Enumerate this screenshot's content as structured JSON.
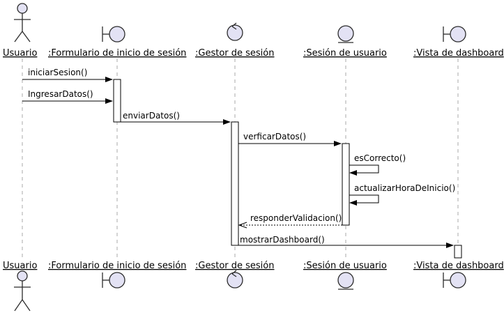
{
  "participants": {
    "usuario": {
      "label": "Usuario",
      "type": "actor"
    },
    "formulario": {
      "label": ":Formulario de inicio de sesión",
      "type": "boundary"
    },
    "gestor": {
      "label": ":Gestor de sesión",
      "type": "control"
    },
    "sesion": {
      "label": ":Sesión de usuario",
      "type": "entity"
    },
    "vista": {
      "label": ":Vista de dashboard",
      "type": "boundary"
    }
  },
  "messages": {
    "m1": {
      "label": "iniciarSesion()",
      "from": "Usuario",
      "to": ":Formulario de inicio de sesión",
      "style": "solid"
    },
    "m2": {
      "label": "IngresarDatos()",
      "from": "Usuario",
      "to": ":Formulario de inicio de sesión",
      "style": "solid"
    },
    "m3": {
      "label": "enviarDatos()",
      "from": ":Formulario de inicio de sesión",
      "to": ":Gestor de sesión",
      "style": "solid"
    },
    "m4": {
      "label": "verficarDatos()",
      "from": ":Gestor de sesión",
      "to": ":Sesión de usuario",
      "style": "solid"
    },
    "m5": {
      "label": "esCorrecto()",
      "from": ":Sesión de usuario",
      "to": ":Sesión de usuario",
      "style": "self"
    },
    "m6": {
      "label": "actualizarHoraDeInicio()",
      "from": ":Sesión de usuario",
      "to": ":Sesión de usuario",
      "style": "self"
    },
    "m7": {
      "label": "responderValidacion()",
      "from": ":Sesión de usuario",
      "to": ":Gestor de sesión",
      "style": "dashed"
    },
    "m8": {
      "label": "mostrarDashboard()",
      "from": ":Gestor de sesión",
      "to": ":Vista de dashboard",
      "style": "solid"
    }
  },
  "colors": {
    "participant_fill": "#e3e2f4",
    "participant_stroke": "#2b2b2b",
    "lifeline": "#a8a8a8",
    "text": "#000000"
  },
  "icons": {
    "usuario": "actor-stick-figure-icon",
    "formulario": "boundary-icon",
    "gestor": "control-icon",
    "sesion": "entity-icon",
    "vista": "boundary-icon"
  }
}
